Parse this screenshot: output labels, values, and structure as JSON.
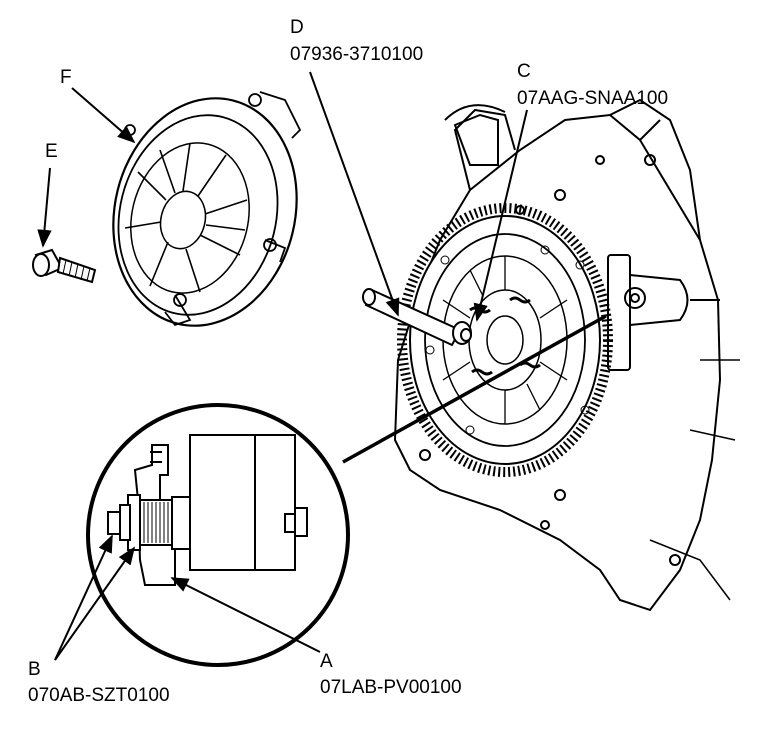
{
  "labels": {
    "A": {
      "letter": "A",
      "part": "07LAB-PV00100"
    },
    "B": {
      "letter": "B",
      "part": "070AB-SZT0100"
    },
    "C": {
      "letter": "C",
      "part": "07AAG-SNAA100"
    },
    "D": {
      "letter": "D",
      "part": "07936-3710100"
    },
    "E": {
      "letter": "E"
    },
    "F": {
      "letter": "F"
    }
  }
}
